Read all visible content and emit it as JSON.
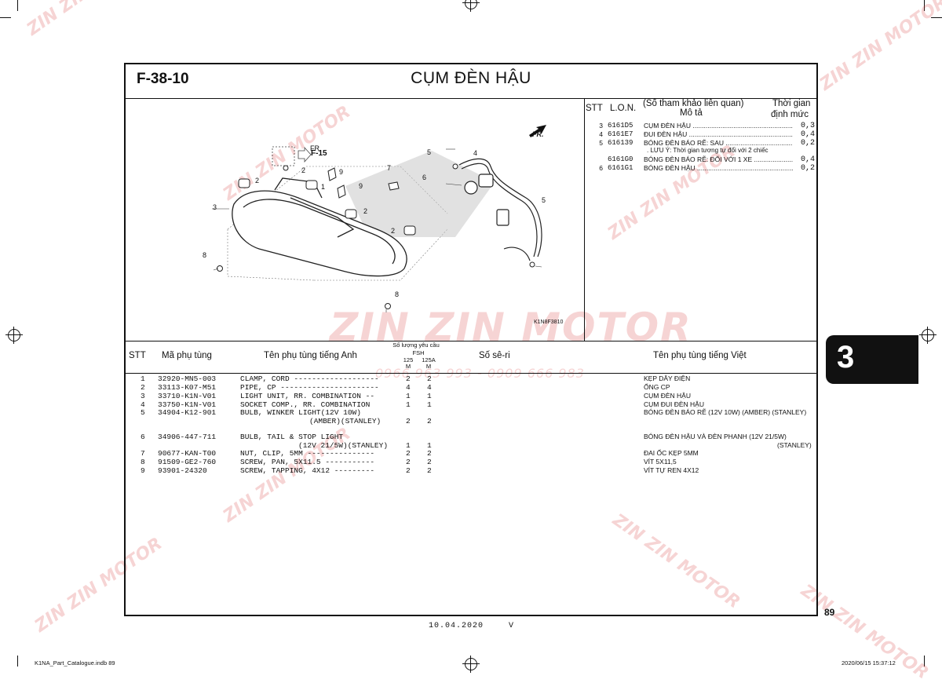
{
  "header": {
    "code": "F-38-10",
    "title": "CỤM ĐÈN HẬU"
  },
  "lon_table": {
    "headers": {
      "stt": "STT",
      "lon": "L.O.N.",
      "ref": "(Số tham khảo liên quan)",
      "desc": "Mô tả",
      "time1": "Thời gian",
      "time2": "định mức"
    },
    "rows": [
      {
        "stt": "3",
        "lon": "6161D5",
        "desc": "CỤM ĐÈN HẬU ............................................................",
        "time": "0,3"
      },
      {
        "stt": "4",
        "lon": "6161E7",
        "desc": "ĐUI ĐÈN HẬU ..............................................................",
        "time": "0,4"
      },
      {
        "stt": "5",
        "lon": "616139",
        "desc": "BÓNG ĐÈN BÁO RẼ: SAU ........................................",
        "time": "0,2"
      },
      {
        "stt": "",
        "lon": "6161G0",
        "desc": "BÓNG ĐÈN BÁO RẼ: ĐỔI VỚI 1 XE ......................",
        "time": "0,4"
      },
      {
        "stt": "6",
        "lon": "6161G1",
        "desc": "BÓNG ĐÈN HẬU ............................................................",
        "time": "0,2"
      }
    ],
    "note": ". LƯU Ý: Thời gian tương tự đổi với 2 chiếc"
  },
  "diagram": {
    "fig_code": "K1N8F3810",
    "ref_label": "F-15",
    "direction_label": "FR.",
    "callouts": [
      "1",
      "2",
      "2",
      "2",
      "2",
      "3",
      "4",
      "5",
      "5",
      "6",
      "7",
      "8",
      "8",
      "9",
      "9"
    ]
  },
  "parts_table": {
    "headers": {
      "stt": "STT",
      "part_no": "Mã phụ tùng",
      "name_en": "Tên phụ tùng tiếng Anh",
      "qty": "Số lượng yêu cầu",
      "model": "FSH",
      "col1": "125",
      "col2": "125A",
      "m1": "M",
      "m2": "M",
      "serial": "Số sê-ri",
      "name_vi": "Tên phụ tùng tiếng Việt"
    },
    "rows": [
      {
        "stt": "1",
        "part_no": "32920-MN5-003",
        "name_en": "CLAMP, CORD -------------------",
        "q1": "2",
        "q2": "2",
        "name_vi": "KẸP DÂY ĐIỆN"
      },
      {
        "stt": "2",
        "part_no": "33113-K07-M51",
        "name_en": "PIPE, CP ----------------------",
        "q1": "4",
        "q2": "4",
        "name_vi": "ỐNG CP"
      },
      {
        "stt": "3",
        "part_no": "33710-K1N-V01",
        "name_en": "LIGHT UNIT, RR. COMBINATION --",
        "q1": "1",
        "q2": "1",
        "name_vi": "CỤM ĐÈN HẬU"
      },
      {
        "stt": "4",
        "part_no": "33750-K1N-V01",
        "name_en": "SOCKET COMP., RR. COMBINATION",
        "q1": "1",
        "q2": "1",
        "name_vi": "CỤM ĐUI ĐÈN HẬU"
      },
      {
        "stt": "5",
        "part_no": "34904-K12-901",
        "name_en": "BULB, WINKER LIGHT(12V 10W)",
        "name_en2": "(AMBER)(STANLEY)",
        "q1": "2",
        "q2": "2",
        "name_vi": "BÓNG ĐÈN BÁO RẼ (12V 10W) (AMBER) (STANLEY)"
      },
      {
        "stt": "6",
        "part_no": "34906-447-711",
        "name_en": "BULB, TAIL & STOP LIGHT",
        "name_en2": "(12V 21/5W)(STANLEY)",
        "q1": "1",
        "q2": "1",
        "name_vi": "BÓNG ĐÈN HẬU VÀ ĐÈN PHANH (12V 21/5W)",
        "name_vi2": "(STANLEY)"
      },
      {
        "stt": "7",
        "part_no": "90677-KAN-T00",
        "name_en": "NUT, CLIP, 5MM ---------------",
        "q1": "2",
        "q2": "2",
        "name_vi": "ĐAI ỐC KẸP 5MM"
      },
      {
        "stt": "8",
        "part_no": "91509-GE2-760",
        "name_en": "SCREW, PAN, 5X11.5 -----------",
        "q1": "2",
        "q2": "2",
        "name_vi": "VÍT 5X11,5"
      },
      {
        "stt": "9",
        "part_no": "93901-24320",
        "name_en": "SCREW, TAPPING, 4X12 ---------",
        "q1": "2",
        "q2": "2",
        "name_vi": "VÍT TỰ REN 4X12"
      }
    ]
  },
  "section_tab": "3",
  "page_number": "89",
  "footer": {
    "date": "10.04.2020",
    "version": "V",
    "file": "K1NA_Part_Catalogue.indb   89",
    "timestamp": "2020/06/15   15:37:12"
  },
  "watermark": {
    "brand": "ZIN ZIN MOTOR",
    "phones": "0966 963 993 - 0909 666 983"
  }
}
